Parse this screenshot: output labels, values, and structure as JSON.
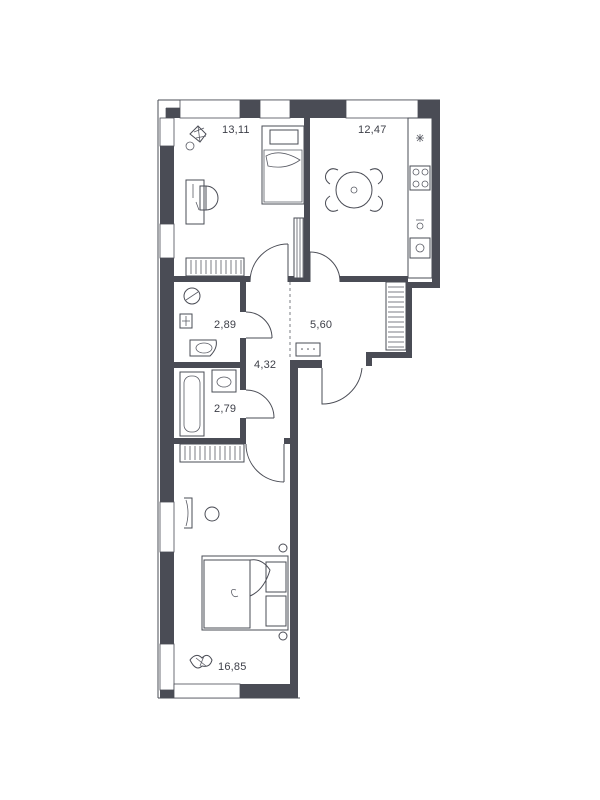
{
  "rooms": {
    "bedroom_top": {
      "area": "13,11"
    },
    "kitchen": {
      "area": "12,47"
    },
    "bathroom_wc": {
      "area": "2,89"
    },
    "hallway": {
      "area": "5,60"
    },
    "corridor": {
      "area": "4,32"
    },
    "bathroom_tub": {
      "area": "2,79"
    },
    "bedroom_bottom": {
      "area": "16,85"
    }
  },
  "colors": {
    "wall": "#4a4c55",
    "line": "#4a4c55",
    "background": "#ffffff"
  }
}
